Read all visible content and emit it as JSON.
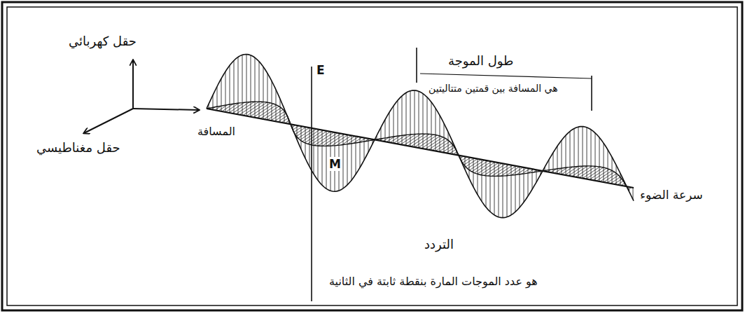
{
  "diagram": {
    "labels": [
      "حقل كهربائي",
      "حقل مغناطيسي",
      "المسافة",
      "E",
      "M",
      "طول الموجة",
      "هي المسافة بين قمتين متتاليتين",
      "سرعة الضوء",
      "التردد",
      "هو عدد الموجات المارة بنقطة ثابتة في الثانية"
    ]
  }
}
